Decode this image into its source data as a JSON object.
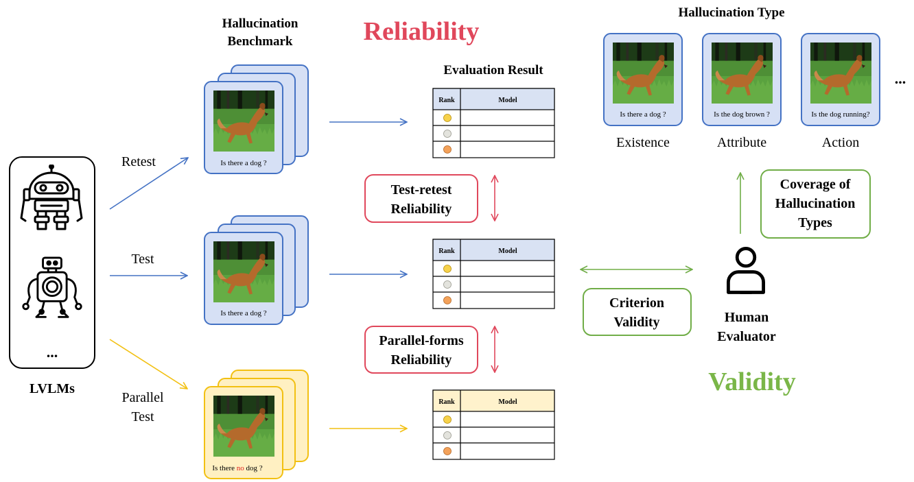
{
  "lvlms": {
    "label": "LVLMs",
    "ellipsis": "..."
  },
  "benchmark": {
    "title_line1": "Hallucination",
    "title_line2": "Benchmark",
    "question_default": "Is there a dog ?",
    "question_parallel_before": "Is there ",
    "question_parallel_highlight": "no",
    "question_parallel_after": " dog ?"
  },
  "flows": {
    "retest": "Retest",
    "test": "Test",
    "parallel_line1": "Parallel",
    "parallel_line2": "Test"
  },
  "reliability": {
    "title": "Reliability",
    "evaluation_result": "Evaluation Result",
    "test_retest_line1": "Test-retest",
    "test_retest_line2": "Reliability",
    "parallel_forms_line1": "Parallel-forms",
    "parallel_forms_line2": "Reliability"
  },
  "rank_table": {
    "col_rank": "Rank",
    "col_model": "Model"
  },
  "hallucination_types": {
    "title": "Hallucination Type",
    "ellipsis": "...",
    "cards": [
      {
        "question": "Is there a dog ?",
        "label": "Existence"
      },
      {
        "question": "Is the dog brown ?",
        "label": "Attribute"
      },
      {
        "question": "Is the dog running?",
        "label": "Action"
      }
    ]
  },
  "validity": {
    "title": "Validity",
    "coverage_line1": "Coverage of",
    "coverage_line2": "Hallucination",
    "coverage_line3": "Types",
    "criterion_line1": "Criterion",
    "criterion_line2": "Validity",
    "human_line1": "Human",
    "human_line2": "Evaluator"
  },
  "colors": {
    "blue": "#4472C4",
    "blue_fill": "#D6E0F5",
    "yellow": "#F2C012",
    "yellow_fill": "#FFF0C2",
    "red": "#E0475B",
    "green": "#70AD47",
    "green_title": "#7AB648",
    "header_blue": "#D9E2F3",
    "header_yellow": "#FFF2CC"
  }
}
